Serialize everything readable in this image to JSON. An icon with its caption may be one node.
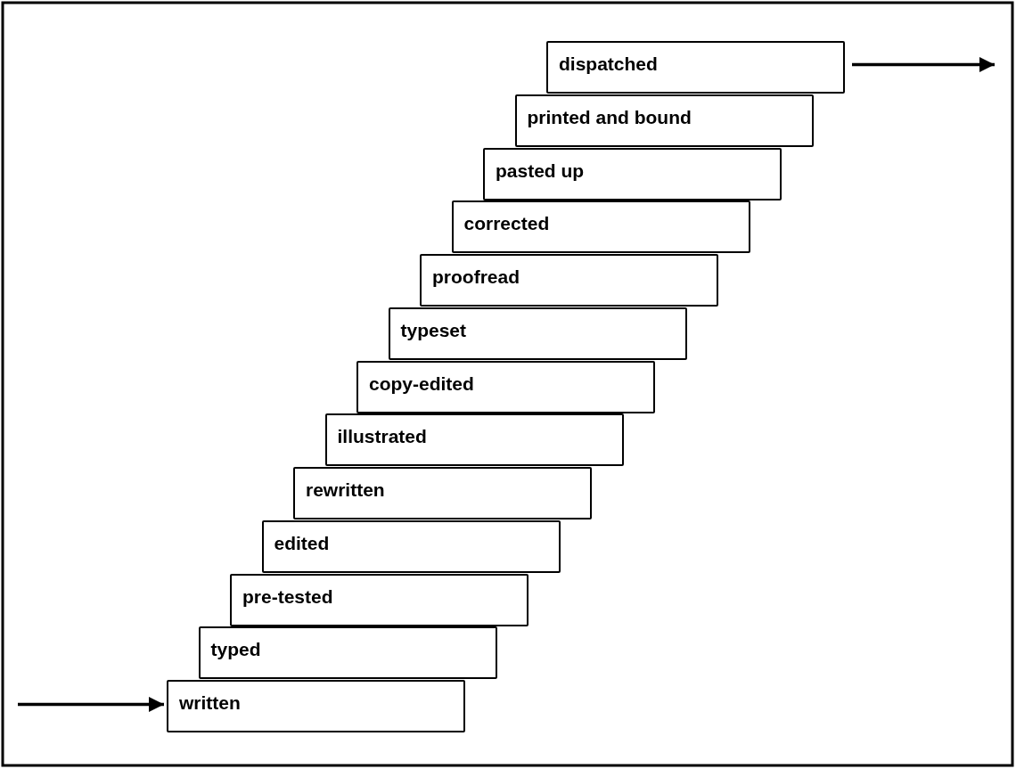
{
  "diagram": {
    "nodes": [
      {
        "text": [
          "written"
        ]
      },
      {
        "text": [
          "typed"
        ]
      },
      {
        "text": [
          "pre-tested"
        ]
      },
      {
        "text": [
          "edited"
        ]
      },
      {
        "text": [
          "rewritten"
        ]
      },
      {
        "text": [
          "illustrated"
        ]
      },
      {
        "text": [
          "copy-edited"
        ]
      },
      {
        "text": [
          "typeset"
        ]
      },
      {
        "text": [
          "proofread"
        ]
      },
      {
        "text": [
          "corrected"
        ]
      },
      {
        "text": [
          "pasted up"
        ]
      },
      {
        "text": [
          "printed and bound"
        ]
      },
      {
        "text": [
          "dispatched"
        ]
      }
    ],
    "edges": [
      {
        "from": null,
        "to": 0,
        "arrow": "to"
      },
      {
        "from": 12,
        "to": null,
        "arrow": "to"
      }
    ]
  }
}
